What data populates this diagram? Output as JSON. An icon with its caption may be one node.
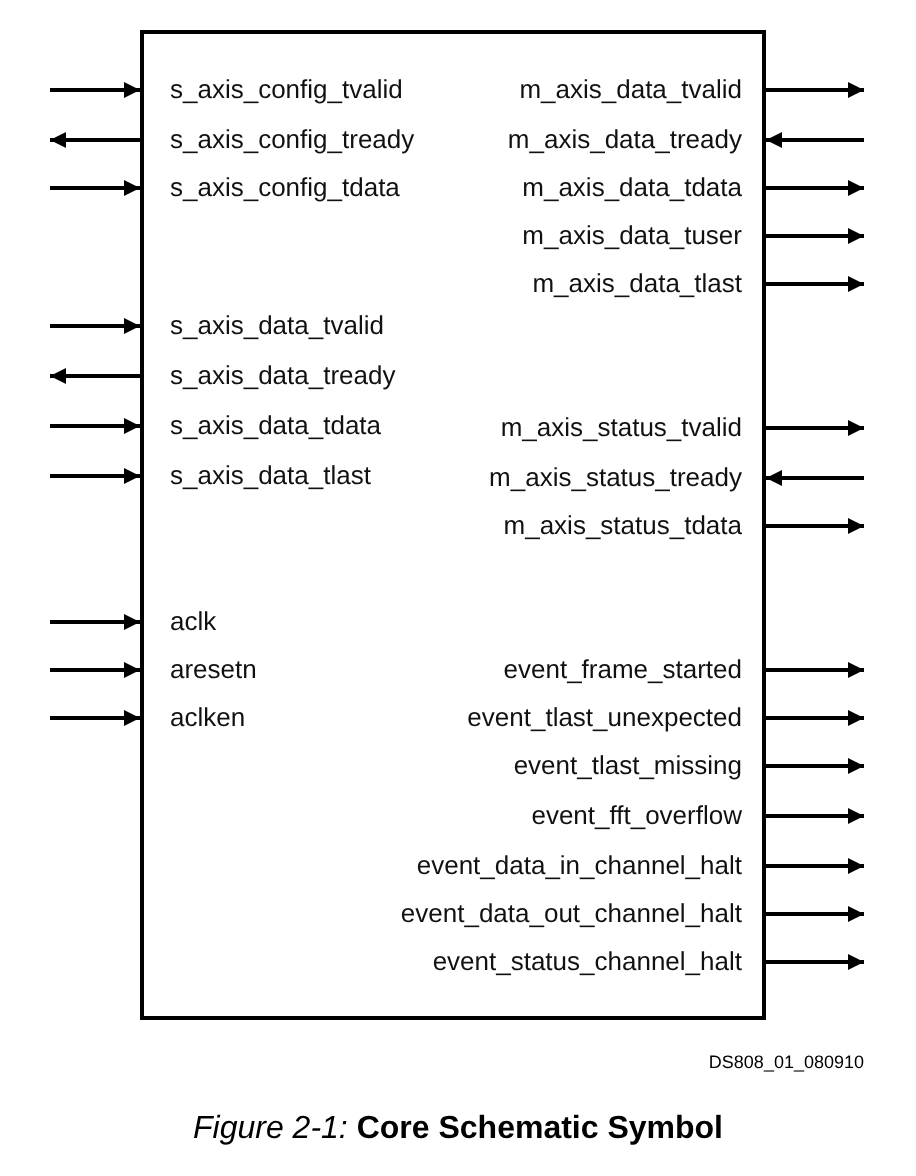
{
  "diagram": {
    "caption": "*Figure 2-1:* **Core Schematic Symbol**",
    "nodes": [
      {
        "text": [],
        "shape": "box"
      },
      {
        "text": [
          "s_axis_config_tvalid"
        ],
        "in": 0
      },
      {
        "text": [
          "m_axis_data_tvalid"
        ],
        "in": 0
      },
      {
        "text": [
          "s_axis_config_tready"
        ],
        "in": 0
      },
      {
        "text": [
          "m_axis_data_tready"
        ],
        "in": 0
      },
      {
        "text": [
          "s_axis_config_tdata"
        ],
        "in": 0
      },
      {
        "text": [
          "m_axis_data_tdata"
        ],
        "in": 0
      },
      {
        "text": [
          "m_axis_data_tuser"
        ],
        "in": 0
      },
      {
        "text": [
          "m_axis_data_tlast"
        ],
        "in": 0
      },
      {
        "text": [
          "s_axis_data_tvalid"
        ],
        "in": 0
      },
      {
        "text": [
          "s_axis_data_tready"
        ],
        "in": 0
      },
      {
        "text": [
          "s_axis_data_tdata"
        ],
        "in": 0
      },
      {
        "text": [
          "m_axis_status_tvalid"
        ],
        "in": 0
      },
      {
        "text": [
          "s_axis_data_tlast"
        ],
        "in": 0
      },
      {
        "text": [
          "m_axis_status_tready"
        ],
        "in": 0
      },
      {
        "text": [
          "m_axis_status_tdata"
        ],
        "in": 0
      },
      {
        "text": [
          "aclk"
        ],
        "in": 0
      },
      {
        "text": [
          "aresetn"
        ],
        "in": 0
      },
      {
        "text": [
          "event_frame_started"
        ],
        "in": 0
      },
      {
        "text": [
          "aclken"
        ],
        "in": 0
      },
      {
        "text": [
          "event_tlast_unexpected"
        ],
        "in": 0
      },
      {
        "text": [
          "event_tlast_missing"
        ],
        "in": 0
      },
      {
        "text": [
          "event_fft_overflow"
        ],
        "in": 0
      },
      {
        "text": [
          "event_data_in_channel_halt"
        ],
        "in": 0
      },
      {
        "text": [
          "event_data_out_channel_halt"
        ],
        "in": 0
      },
      {
        "text": [
          "event_status_channel_halt"
        ],
        "in": 0
      }
    ],
    "edges": [
      {
        "from": null,
        "to": 1,
        "arrow": "to"
      },
      {
        "from": 2,
        "to": null,
        "arrow": "to"
      },
      {
        "from": 3,
        "to": null,
        "arrow": "to"
      },
      {
        "from": null,
        "to": 4,
        "arrow": "to"
      },
      {
        "from": null,
        "to": 5,
        "arrow": "to"
      },
      {
        "from": 6,
        "to": null,
        "arrow": "to"
      },
      {
        "from": 7,
        "to": null,
        "arrow": "to"
      },
      {
        "from": 8,
        "to": null,
        "arrow": "to"
      },
      {
        "from": null,
        "to": 9,
        "arrow": "to"
      },
      {
        "from": 10,
        "to": null,
        "arrow": "to"
      },
      {
        "from": null,
        "to": 11,
        "arrow": "to"
      },
      {
        "from": 12,
        "to": null,
        "arrow": "to"
      },
      {
        "from": null,
        "to": 13,
        "arrow": "to"
      },
      {
        "from": null,
        "to": 14,
        "arrow": "to"
      },
      {
        "from": 15,
        "to": null,
        "arrow": "to"
      },
      {
        "from": null,
        "to": 16,
        "arrow": "to"
      },
      {
        "from": null,
        "to": 17,
        "arrow": "to"
      },
      {
        "from": 18,
        "to": null,
        "arrow": "to"
      },
      {
        "from": null,
        "to": 19,
        "arrow": "to"
      },
      {
        "from": 20,
        "to": null,
        "arrow": "to"
      },
      {
        "from": 21,
        "to": null,
        "arrow": "to"
      },
      {
        "from": 22,
        "to": null,
        "arrow": "to"
      },
      {
        "from": 23,
        "to": null,
        "arrow": "to"
      },
      {
        "from": 24,
        "to": null,
        "arrow": "to"
      },
      {
        "from": 25,
        "to": null,
        "arrow": "to"
      }
    ],
    "labels": [
      "DS808_01_080910"
    ]
  }
}
